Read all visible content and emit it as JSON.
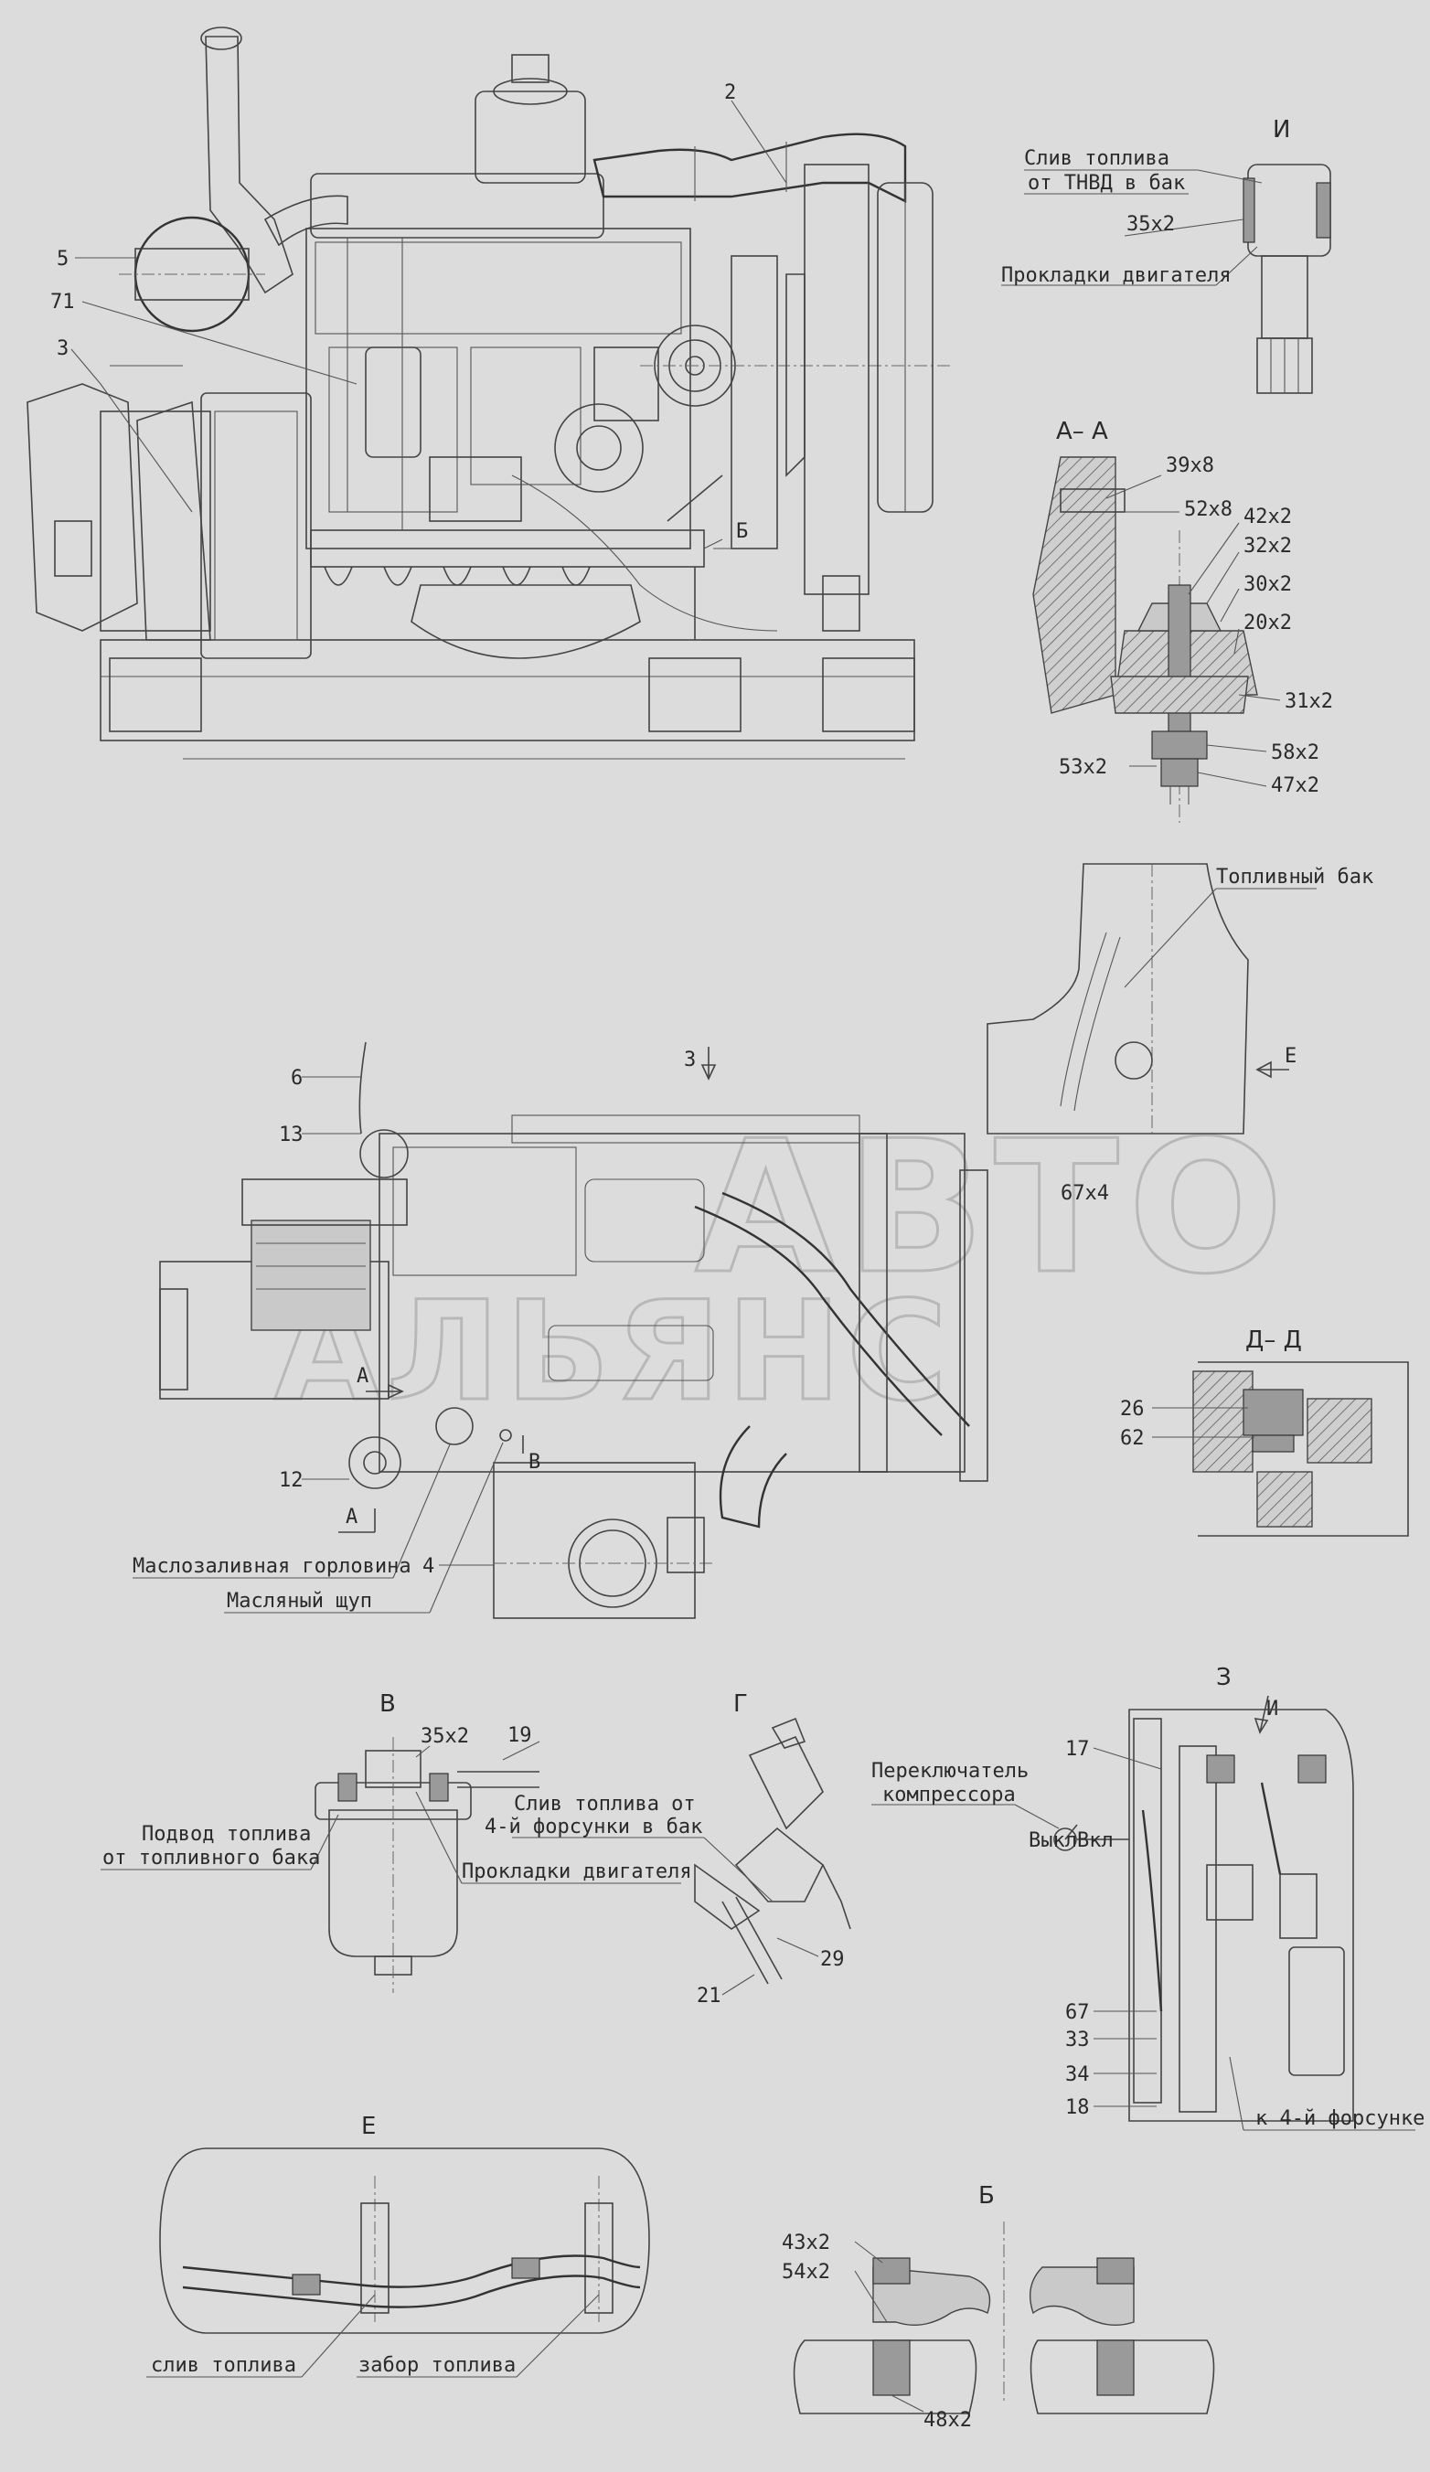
{
  "watermark": {
    "line1": "АВТО",
    "line2": "АЛЬЯНС"
  },
  "main_view": {
    "callouts": {
      "c2": "2",
      "c5": "5",
      "c71": "71",
      "c3": "3",
      "c_b_arrow": "Б"
    }
  },
  "view_I": {
    "title": "И",
    "drain_line1": "Слив топлива",
    "drain_line2": "от ТНВД в бак",
    "qty": "35x2",
    "gaskets": "Прокладки двигателя"
  },
  "section_AA": {
    "title": "А– А",
    "callouts": [
      "39x8",
      "52x8",
      "42x2",
      "32x2",
      "30x2",
      "20x2",
      "31x2",
      "58x2",
      "53x2",
      "47x2"
    ]
  },
  "top_view": {
    "fuel_tank": "Топливный бак",
    "callouts": {
      "c6": "6",
      "c13": "13",
      "c12": "12",
      "c4": "4",
      "c67x4": "67x4"
    },
    "section_markers": {
      "z": "З",
      "e": "Е",
      "a_top": "А",
      "a_bottom": "А",
      "v": "В"
    },
    "oil_filler": "Маслозаливная горловина",
    "dipstick": "Масляный щуп"
  },
  "section_DD": {
    "title": "Д– Д",
    "callouts": [
      "26",
      "62"
    ]
  },
  "view_V": {
    "title": "В",
    "qty": "35x2",
    "c19": "19",
    "supply_line1": "Подвод топлива",
    "supply_line2": "от топливного бака",
    "gaskets": "Прокладки двигателя"
  },
  "view_G": {
    "title": "Г",
    "drain_line1": "Слив топлива от",
    "drain_line2": "4-й форсунки в бак",
    "c29": "29",
    "c21": "21"
  },
  "view_Z": {
    "title": "З",
    "marker_i": "И",
    "switch_line1": "Переключатель",
    "switch_line2": "компрессора",
    "switch_off": "Выкл",
    "switch_on": "Вкл",
    "callouts": {
      "c17": "17",
      "c67": "67",
      "c33": "33",
      "c34": "34",
      "c18": "18"
    },
    "to_injector": "к 4-й форсунке"
  },
  "view_E": {
    "title": "Е",
    "fuel_drain": "слив топлива",
    "fuel_intake": "забор топлива"
  },
  "view_B": {
    "title": "Б",
    "callouts": [
      "43x2",
      "54x2",
      "48x2"
    ]
  }
}
